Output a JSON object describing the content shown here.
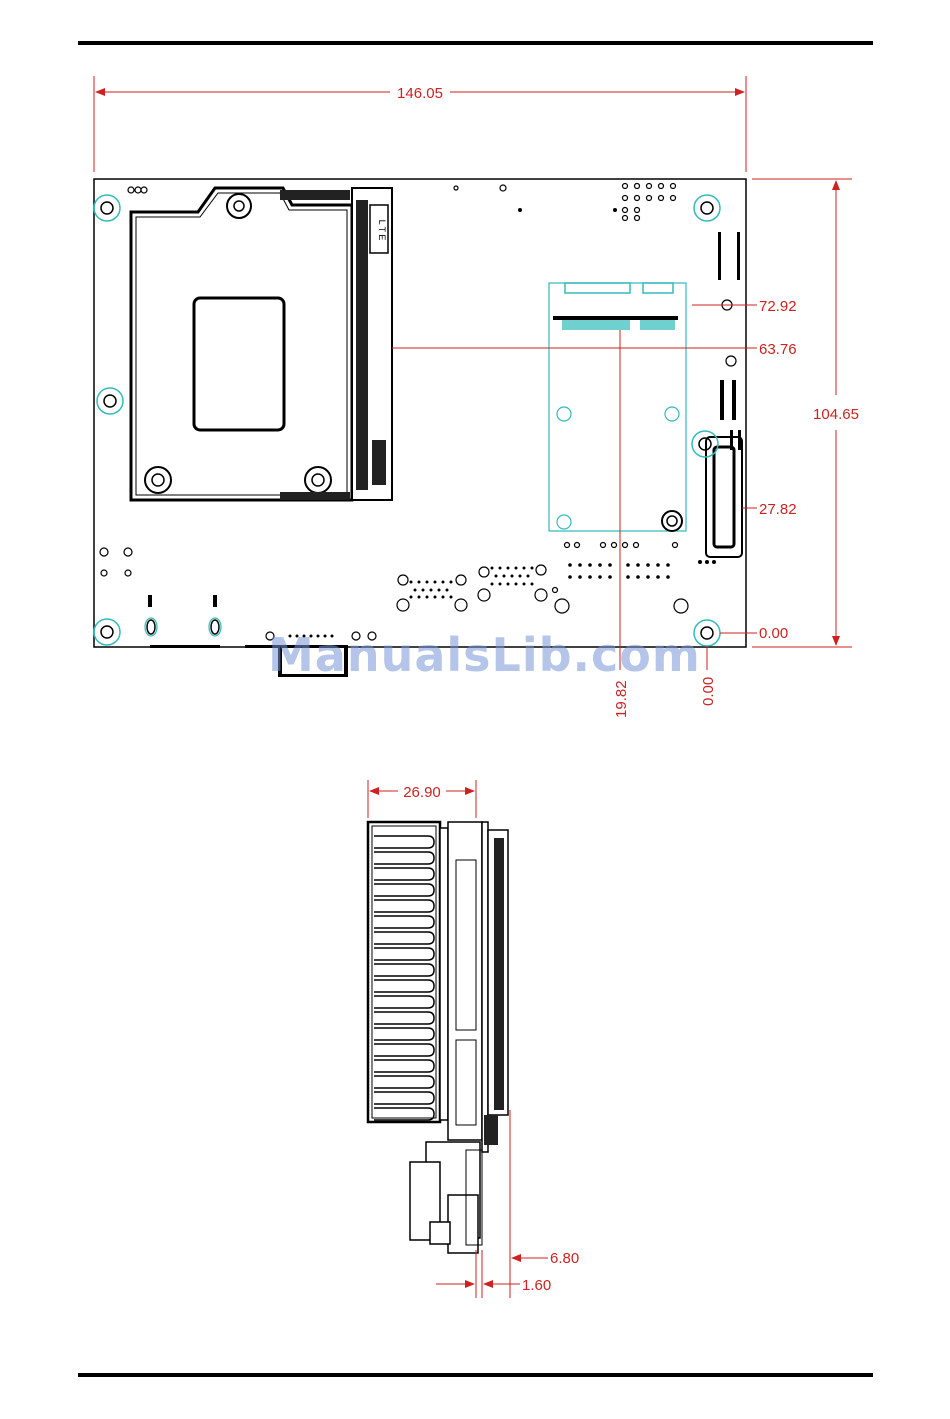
{
  "colors": {
    "dimension": "#cc2222",
    "outline": "#000000",
    "highlight": "#33bbbb",
    "watermark": "#7896d7"
  },
  "top_view": {
    "width_dim": "146.05",
    "height_dim": "104.65",
    "dims_right": [
      "72.92",
      "63.76",
      "27.82",
      "0.00"
    ],
    "dims_bottom": [
      "19.82",
      "0.00"
    ],
    "connector_label": "L T E"
  },
  "side_view": {
    "width_dim": "26.90",
    "dim_a": "6.80",
    "dim_b": "1.60"
  },
  "watermark": "ManualsLib.com"
}
